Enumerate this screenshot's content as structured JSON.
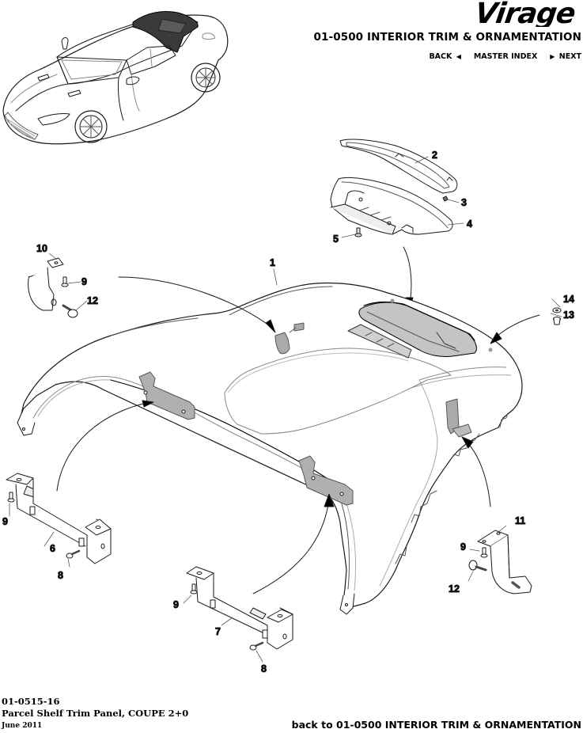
{
  "header": {
    "brand": "Virage",
    "section_title": "01-0500 INTERIOR TRIM & ORNAMENTATION",
    "nav": {
      "back_label": "BACK",
      "back_icon": "triangle-left-icon",
      "master_index_label": "MASTER INDEX",
      "next_icon": "triangle-right-icon",
      "next_label": "NEXT"
    }
  },
  "diagram": {
    "title": "Parcel Shelf Trim Panel exploded view",
    "callouts": [
      {
        "id": "1",
        "label": "1"
      },
      {
        "id": "2",
        "label": "2"
      },
      {
        "id": "3",
        "label": "3"
      },
      {
        "id": "4",
        "label": "4"
      },
      {
        "id": "5",
        "label": "5"
      },
      {
        "id": "6",
        "label": "6"
      },
      {
        "id": "7",
        "label": "7"
      },
      {
        "id": "8a",
        "label": "8"
      },
      {
        "id": "8b",
        "label": "8"
      },
      {
        "id": "9a",
        "label": "9"
      },
      {
        "id": "9b",
        "label": "9"
      },
      {
        "id": "9c",
        "label": "9"
      },
      {
        "id": "9d",
        "label": "9"
      },
      {
        "id": "10",
        "label": "10"
      },
      {
        "id": "11",
        "label": "11"
      },
      {
        "id": "12a",
        "label": "12"
      },
      {
        "id": "12b",
        "label": "12"
      },
      {
        "id": "13",
        "label": "13"
      },
      {
        "id": "14",
        "label": "14"
      }
    ],
    "colors": {
      "line": "#1a1a1a",
      "part_fill": "#bdbdbd",
      "part_fill_dark": "#9a9a9a",
      "glass_fill": "#3a3a3a",
      "panel_fill": "#ffffff",
      "thin_line": "#8a8a8a"
    }
  },
  "footer": {
    "part_code": "01-0515-16",
    "part_title": "Parcel Shelf Trim Panel, COUPE 2+0",
    "date": "June 2011",
    "back_link": "back to 01-0500 INTERIOR TRIM & ORNAMENTATION"
  }
}
